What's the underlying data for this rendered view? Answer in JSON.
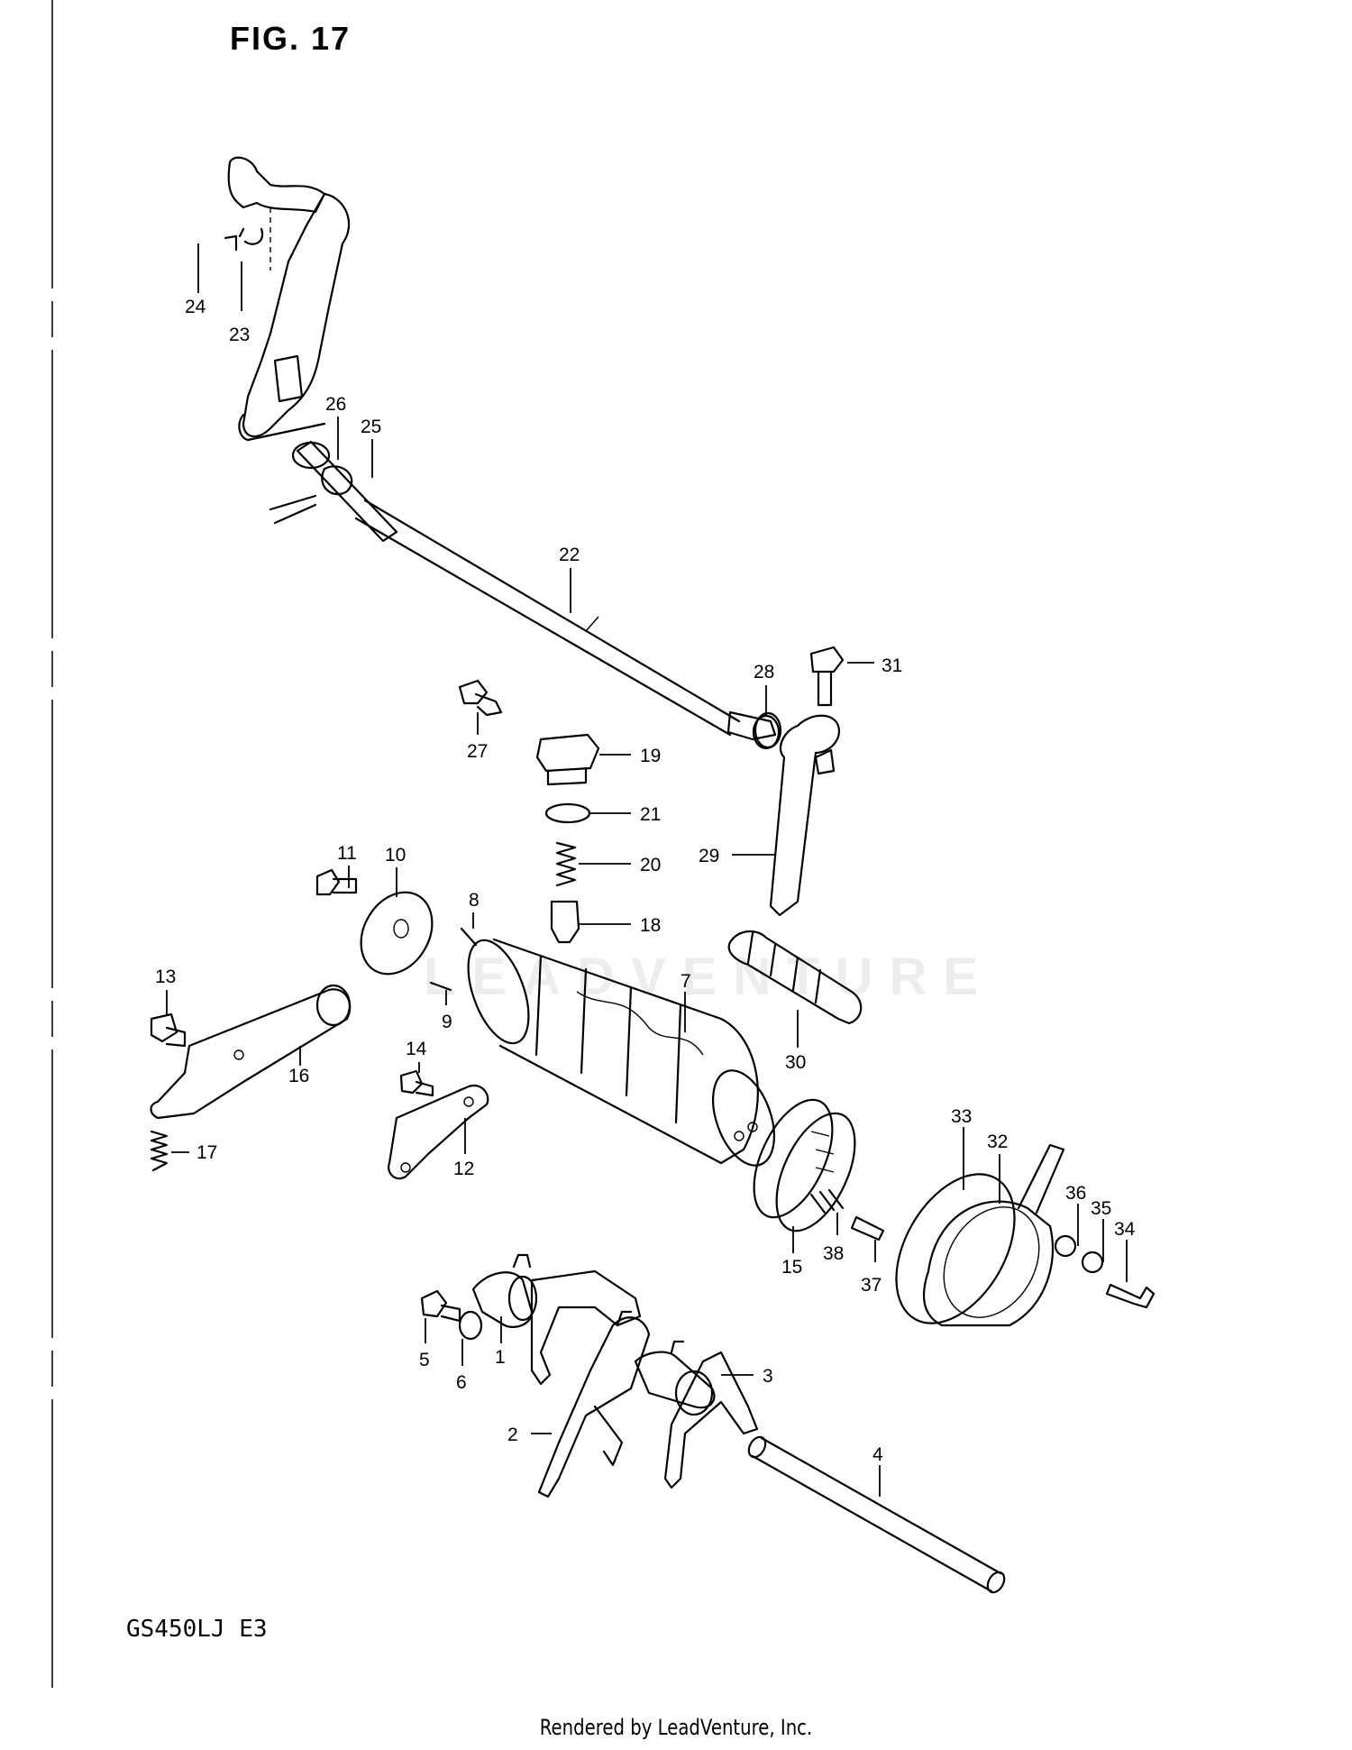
{
  "title": "FIG. 17",
  "model": "GS450LJ E3",
  "footer": "Rendered by LeadVenture, Inc.",
  "watermark": "LEADVENTURE",
  "callouts": [
    "1",
    "2",
    "3",
    "4",
    "5",
    "6",
    "7",
    "8",
    "9",
    "10",
    "11",
    "12",
    "13",
    "14",
    "15",
    "16",
    "17",
    "18",
    "19",
    "20",
    "21",
    "22",
    "23",
    "24",
    "25",
    "26",
    "27",
    "28",
    "29",
    "30",
    "31",
    "32",
    "33",
    "34",
    "35",
    "36",
    "37",
    "38"
  ]
}
